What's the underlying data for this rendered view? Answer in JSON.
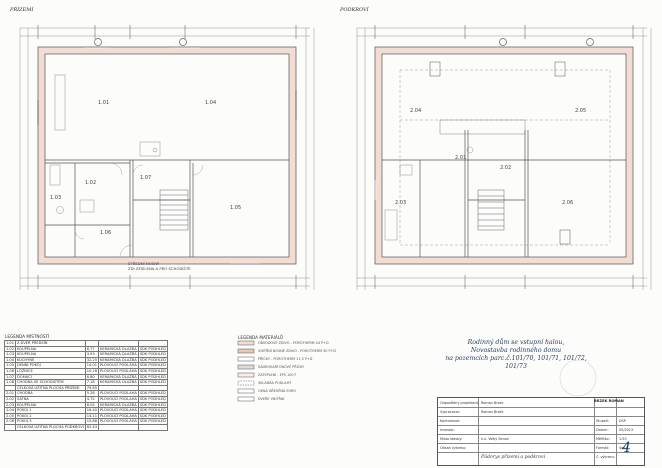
{
  "sheet": {
    "left_label": "PŘÍZEMÍ",
    "right_label": "PODKROVÍ"
  },
  "ground_floor": {
    "rooms": [
      {
        "id": "1.01",
        "label": "1.01"
      },
      {
        "id": "1.02",
        "label": "1.02"
      },
      {
        "id": "1.03",
        "label": "1.03"
      },
      {
        "id": "1.04",
        "label": "1.04"
      },
      {
        "id": "1.05",
        "label": "1.05"
      },
      {
        "id": "1.06",
        "label": "1.06"
      },
      {
        "id": "1.07",
        "label": "1.07"
      }
    ],
    "note_lines": [
      "STŘEDNÍ NOSNÝ",
      "ZDI ZESÍLENA A PRO SCHODIŠTĚ"
    ]
  },
  "attic": {
    "rooms": [
      {
        "id": "2.01",
        "label": "2.01"
      },
      {
        "id": "2.02",
        "label": "2.02"
      },
      {
        "id": "2.03",
        "label": "2.03"
      },
      {
        "id": "2.04",
        "label": "2.04"
      },
      {
        "id": "2.05",
        "label": "2.05"
      },
      {
        "id": "2.06",
        "label": "2.06"
      }
    ]
  },
  "legend": {
    "title": "LEGENDA MÍSTNOSTÍ",
    "rows": [
      [
        "1.01",
        "Z.DVEŘ PŘEDSÍŇ",
        "",
        "",
        ""
      ],
      [
        "1.02",
        "KOUPELNA",
        "6.77",
        "KERAMICKÁ DLAŽBA",
        "SDK PODHLED"
      ],
      [
        "1.03",
        "KOUPELNA",
        "3.93",
        "KERAMICKÁ DLAŽBA",
        "SDK PODHLED"
      ],
      [
        "1.04",
        "KUCHYNĚ",
        "32.25",
        "KERAMICKÁ DLAŽBA",
        "SDK PODHLED"
      ],
      [
        "1.05",
        "DENNÍ POKOJ",
        "14.01",
        "PLOVOUCÍ PODLAHA",
        "SDK PODHLED"
      ],
      [
        "1.06",
        "LOŽNICE",
        "10.28",
        "PLOVOUCÍ PODLAHA",
        "SDK PODHLED"
      ],
      [
        "1.07",
        "DOMÁCÍ",
        "6.80",
        "KERAMICKÁ DLAŽBA",
        "SDK PODHLED"
      ],
      [
        "1.08",
        "CHODBA SE SCHODIŠTĚM",
        "7.18",
        "KERAMICKÁ DLAŽBA",
        "SDK PODHLED"
      ],
      [
        "",
        "CELKOVÁ UŽITNÁ PLOCHA PŘÍZEMÍ",
        "79.85",
        "",
        ""
      ],
      [
        "2.01",
        "CHODBA",
        "5.28",
        "PLOVOUCÍ PODLAHA",
        "SDK PODHLED"
      ],
      [
        "2.02",
        "ŠATNA",
        "4.72",
        "PLOVOUCÍ PODLAHA",
        "SDK PODHLED"
      ],
      [
        "2.03",
        "KOUPELNA",
        "6.04",
        "KERAMICKÁ DLAŽBA",
        "SDK PODHLED"
      ],
      [
        "2.04",
        "POKOJ 1",
        "16.40",
        "PLOVOUCÍ PODLAHA",
        "SDK PODHLED"
      ],
      [
        "2.05",
        "POKOJ 2",
        "14.11",
        "PLOVOUCÍ PODLAHA",
        "SDK PODHLED"
      ],
      [
        "2.06",
        "POKOJ 3",
        "15.88",
        "PLOVOUCÍ PODLAHA",
        "SDK PODHLED"
      ],
      [
        "",
        "CELKOVÁ UŽITNÁ PLOCHA PODKROVÍ",
        "62.43",
        "",
        ""
      ]
    ]
  },
  "materials": {
    "title": "LEGENDA MATERIÁLŮ",
    "rows": [
      "OBVODOVÉ ZDIVO - POROTHERM 44 P+D",
      "VNITŘNÍ NOSNÉ ZDIVO - POROTHERM 30 P+D",
      "PŘÍČKY - POROTHERM 11,5 P+D",
      "SÁDROKARTONOVÉ PŘÍČKY",
      "ZATEPLENÍ - EPS 100 F",
      "SKLADBA PODLAHY",
      "OKNA DŘEVĚNÁ EURO",
      "DVEŘE VNITŘNÍ"
    ]
  },
  "project": {
    "line1": "Rodinný dům se vstupní halou,",
    "line2": "Novostavba rodinného domu",
    "line3": "na pozemcích parc.č.101/70, 101/71, 101/72, 101/73",
    "drawing": "Půdorys přízemí a podkroví",
    "sheet_no": "4",
    "company": "BRZEK ROMAN",
    "scale": "1:50",
    "date": "05/2013",
    "format": "4xA4",
    "stage": "DSP"
  },
  "title_block": {
    "rows": [
      [
        "Odpovědný projektant:",
        "Roman Brzek"
      ],
      [
        "Vypracoval:",
        "Roman Brzek"
      ],
      [
        "Kontroloval:",
        ""
      ],
      [
        "Investor:",
        ""
      ],
      [
        "Místo stavby:",
        "k.ú. Velký Šenov"
      ],
      [
        "Obsah výkresu:",
        "Půdorys přízemí a podkroví"
      ]
    ],
    "right_rows": [
      [
        "Stupeň:",
        "DSP"
      ],
      [
        "Datum:",
        "05/2013"
      ],
      [
        "Měřítko:",
        "1:50"
      ],
      [
        "Formát:",
        "4xA4"
      ],
      [
        "Č. výkresu:",
        "4"
      ]
    ]
  }
}
